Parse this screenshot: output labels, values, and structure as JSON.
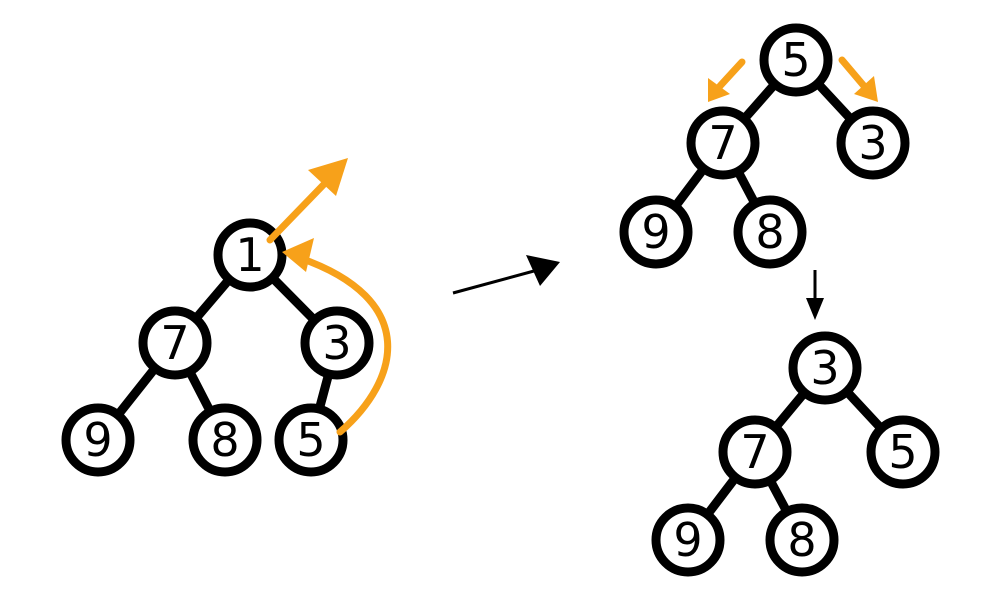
{
  "colors": {
    "node_stroke": "#000000",
    "highlight": "#f7a11a",
    "background": "#ffffff"
  },
  "trees": [
    {
      "name": "initial-heap",
      "nodes": [
        {
          "id": "root",
          "value": "1"
        },
        {
          "id": "left",
          "value": "7"
        },
        {
          "id": "right",
          "value": "3"
        },
        {
          "id": "left-left",
          "value": "9"
        },
        {
          "id": "left-right",
          "value": "8"
        },
        {
          "id": "right-left",
          "value": "5"
        }
      ]
    },
    {
      "name": "after-replace-root",
      "nodes": [
        {
          "id": "root",
          "value": "5"
        },
        {
          "id": "left",
          "value": "7"
        },
        {
          "id": "right",
          "value": "3"
        },
        {
          "id": "left-left",
          "value": "9"
        },
        {
          "id": "left-right",
          "value": "8"
        }
      ]
    },
    {
      "name": "after-sift-down",
      "nodes": [
        {
          "id": "root",
          "value": "3"
        },
        {
          "id": "left",
          "value": "7"
        },
        {
          "id": "right",
          "value": "5"
        },
        {
          "id": "left-left",
          "value": "9"
        },
        {
          "id": "left-right",
          "value": "8"
        }
      ]
    }
  ]
}
